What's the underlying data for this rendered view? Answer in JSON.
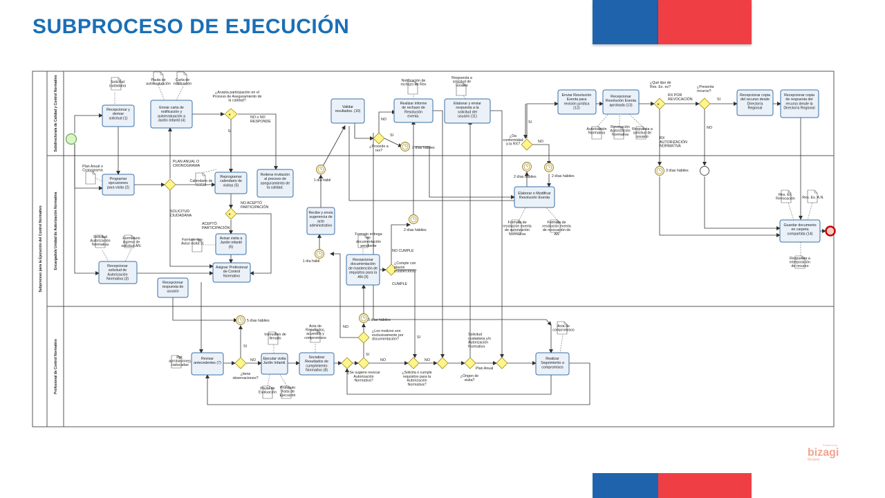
{
  "header": {
    "title": "SUBPROCESO DE EJECUCIÓN"
  },
  "brand": {
    "blue": "#1f63ad",
    "red": "#ef3f45",
    "title_color": "#1a6fb5",
    "logo_text": "bizagi",
    "logo_sub": "Modeler",
    "logo_powered": "Powered by"
  },
  "pool": {
    "label": "Subproceso para la Ejecución del Control Normativo"
  },
  "lanes": [
    {
      "label": "Subdirectora/a de Calidad y Control Normativo"
    },
    {
      "label": "Encargado/a Unidad de Autorización Normativa"
    },
    {
      "label": "Profesional de Control Normativo"
    }
  ],
  "tasks": {
    "t1": [
      "Recepcionar y",
      "derivar",
      "solicitud (1)"
    ],
    "t4": [
      "Enviar carta de",
      "notificación y",
      "autoevaluación a",
      "Jardín Infantil (4)"
    ],
    "t2": [
      "Programar",
      "ejecuciones",
      "para visita (2)"
    ],
    "t5": [
      "Reprogramar",
      "calendario de",
      "visitas (5)"
    ],
    "treit": [
      "Reiterar invitación",
      "al proceso de",
      "aseguramiento de",
      "la calidad."
    ],
    "t6": [
      "Avisar visita a",
      "Jardín infantil",
      "(6)"
    ],
    "tnot": [
      "Recepcionar",
      "solicitud de",
      "Autorización",
      "Normativa (3)"
    ],
    "tasig": [
      "Asignar Profesional",
      "de Control",
      "Normativo"
    ],
    "tresp": [
      "Recepcionar",
      "respuesta de",
      "usuario"
    ],
    "t7": [
      "Revisar",
      "antecedentes (7)"
    ],
    "tejec": [
      "Ejecutar visita",
      "Jardín Infantil."
    ],
    "t8": [
      "Socializar",
      "Resultados de",
      "cumplimiento",
      "Normativo (8)"
    ],
    "t9": [
      "Recepcionar",
      "documentación",
      "de mantención de",
      "requisitos para la",
      "AN (9)"
    ],
    "trec": [
      "Recibe y envía",
      "sugerencia de",
      "acto",
      "administrativo"
    ],
    "t10": [
      "Validar",
      "resultados. (10)"
    ],
    "tinf": [
      "Realizar informe",
      "de rechazo de",
      "Resolución",
      "exenta."
    ],
    "t11": [
      "Elaborar y enviar",
      "respuesta a la",
      "solicitud del",
      "usuario (11)"
    ],
    "tmod": [
      "Elaborar o Modificar",
      "Resolución Exenta"
    ],
    "t12": [
      "Enviar Resolución",
      "Exenta para",
      "revisión jurídica",
      "(12)"
    ],
    "t13": [
      "Recepcionar",
      "Resolución Exenta",
      "aprobada (13)"
    ],
    "tcop1": [
      "Recepcionar copia",
      "del recurso desde",
      "Director/a",
      "Regional"
    ],
    "tcop2": [
      "Recepcionar copia",
      "de respuesta del",
      "recurso desde la",
      "Director/a Regional"
    ],
    "t14": [
      "Guardar documento",
      "en carpeta",
      "compartida (14)"
    ],
    "tseg": [
      "Realizar",
      "Seguimiento a",
      "compromisos"
    ]
  },
  "documents": {
    "d_sol": [
      "Solicitud",
      "ciudadana"
    ],
    "d_paut": [
      "Pauta de",
      "autoevaluación"
    ],
    "d_cart": [
      "Carta de",
      "notificación"
    ],
    "d_plan": [
      "Plan Anual o",
      "Cronograma"
    ],
    "d_cal": [
      "Calendario de",
      "visitas"
    ],
    "d_form": [
      "Formato tipo",
      "Aviso visita JI"
    ],
    "d_sol2": [
      "Solicitud",
      "Autorización",
      "Normativa"
    ],
    "d_fing": [
      "Formulario",
      "ingreso de",
      "solicitud AN."
    ],
    "d_inst": [
      "Instructivo de",
      "llenado"
    ],
    "d_acta": [
      "Acta de",
      "Resultados,",
      "acuerdos y",
      "compromisos"
    ],
    "d_pauta": [
      "Pauta de",
      "Evaluación"
    ],
    "d_prot": [
      "Protocolo",
      "Visita de",
      "Ejecución"
    ],
    "d_fent": [
      "Formato entrega",
      "de",
      "documentación",
      "pendiente"
    ],
    "d_noti": [
      "Notificación de",
      "rechazo de Rex"
    ],
    "d_rusu": [
      "Respuesta a",
      "solicitud de",
      "usuario"
    ],
    "d_faut": [
      "Formato de",
      "resolución exenta",
      "de autorización",
      "Normativa"
    ],
    "d_frev": [
      "Formato de",
      "resolución exenta",
      "de revocación de",
      "AN"
    ],
    "d_aut": [
      "Autorización",
      "Normativa"
    ],
    "d_revo": [
      "Revocación",
      "Autorización",
      "Normativa"
    ],
    "d_resp": [
      "Respuesta a",
      "solicitud de",
      "usuario"
    ],
    "d_resex": [
      "Res. Ex.",
      "Revocación"
    ],
    "d_resaut": [
      "Res. Ex. A.N."
    ],
    "d_rint": [
      "Respuesta a",
      "interposición",
      "de recurso"
    ],
    "d_acom": [
      "Acta de",
      "compromisos"
    ],
    "d_ppt": [
      "Ppt.",
      "aprobaciones",
      "caducadas"
    ]
  },
  "labels": {
    "q_part": [
      "¿Acepta participación en el",
      "Proceso de Aseguramiento de",
      "la calidad?"
    ],
    "no_resp": [
      "NO o NO",
      "RESPONDE"
    ],
    "si": "SI",
    "no": "NO",
    "plan_anual": [
      "PLAN ANUAL O",
      "CRONOGRAMA"
    ],
    "sol_ciud": [
      "SOLICITUD",
      "CIUDADANA"
    ],
    "no_acepto": [
      "NO ACEPTÓ",
      "PARTICIPACIÓN"
    ],
    "acepto": [
      "ACEPTÓ",
      "PARTICIPACIÓN"
    ],
    "q_proc": [
      "¿Procede a",
      "rex?"
    ],
    "dias2": "2 días hábiles",
    "dia1": "1 día hábil",
    "dias5": "5 días hábiles",
    "dias3": "3 días hábiles",
    "no_cumple": "NO CUMPLE",
    "cumple": "CUMPLE",
    "q_cumple": [
      "¿Cumple con",
      "plazos",
      "establecidos?"
    ],
    "q_motivos": [
      "¿Los motivos son",
      "exclusivamente por",
      "documentación?"
    ],
    "q_obs": [
      "¿tiene",
      "observaciones?"
    ],
    "q_revocar": [
      "¿Se sugiere revocar",
      "Autorización",
      "Normativa?"
    ],
    "q_solicita": [
      "¿Solicita o cumple",
      "requisitos para la",
      "Autorización",
      "Normativa?"
    ],
    "q_origen": [
      "¿Origen de",
      "visita?"
    ],
    "plan_anual_s": "Plan Anual",
    "sol_ciud_aut": [
      "Solicitud",
      "ciudadana y/o",
      "Autorización",
      "Normativa"
    ],
    "q_conf": [
      "¿Da",
      "conformidad",
      "a la RX?"
    ],
    "q_tipo": [
      "¿Qué tipo de",
      "Res. Ex. es?"
    ],
    "rx_revo": [
      "RX POR",
      "REVOCACIÓN"
    ],
    "rx_aut": [
      "RX",
      "AUTORIZACIÓN",
      "NORMATIVA"
    ],
    "q_recurso": [
      "¿Presenta",
      "recurso?"
    ]
  }
}
